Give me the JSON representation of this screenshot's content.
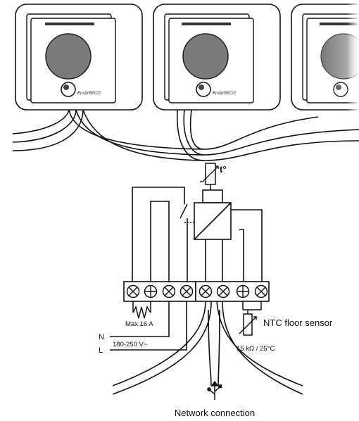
{
  "thermostats": [
    {
      "brand": "Ensto®ECO"
    },
    {
      "brand": "Ensto®ECO"
    },
    {
      "brand": ""
    }
  ],
  "labels": {
    "temp_symbol": "t°",
    "n": "N",
    "l": "L",
    "max_current": "Max.16 A",
    "voltage": "180-250 V~",
    "ntc_floor_sensor": "NTC floor sensor",
    "ntc_rating": "15 kΩ / 25°C",
    "network_connection": "Network connection"
  },
  "terminals": {
    "left_block": [
      "screw",
      "earth",
      "screw",
      "screw"
    ],
    "right_block": [
      "screw",
      "screw",
      "earth",
      "screw"
    ]
  }
}
